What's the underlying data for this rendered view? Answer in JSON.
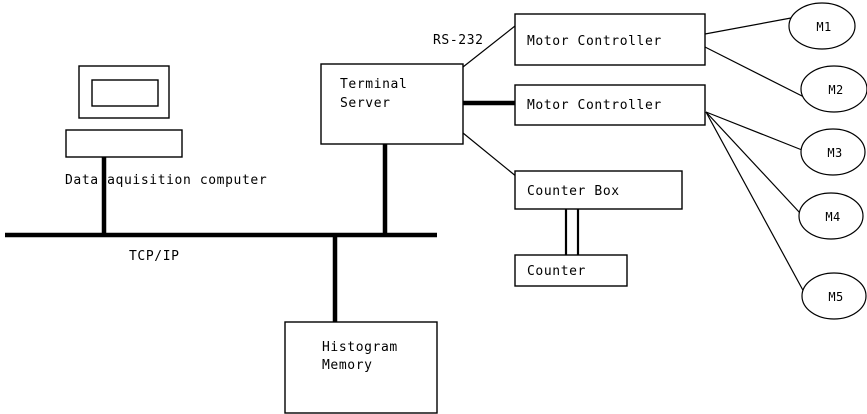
{
  "diagram": {
    "title": "Data acquisition system block diagram",
    "background_color": "#ffffff",
    "stroke_color": "#000000",
    "nodes": {
      "terminal_server": {
        "line1": "Terminal",
        "line2": "Server"
      },
      "motor_controller_1": {
        "label": "Motor Controller"
      },
      "motor_controller_2": {
        "label": "Motor Controller"
      },
      "counter_box": {
        "label": "Counter Box"
      },
      "counter": {
        "label": "Counter"
      },
      "histogram_memory": {
        "line1": "Histogram",
        "line2": "Memory"
      },
      "data_acquisition_computer": {
        "label": "Data aquisition computer"
      },
      "motors": [
        {
          "id": "M1",
          "label": "M1"
        },
        {
          "id": "M2",
          "label": "M2"
        },
        {
          "id": "M3",
          "label": "M3"
        },
        {
          "id": "M4",
          "label": "M4"
        },
        {
          "id": "M5",
          "label": "M5"
        }
      ]
    },
    "link_labels": {
      "serial": "RS-232",
      "network": "TCP/IP"
    }
  }
}
